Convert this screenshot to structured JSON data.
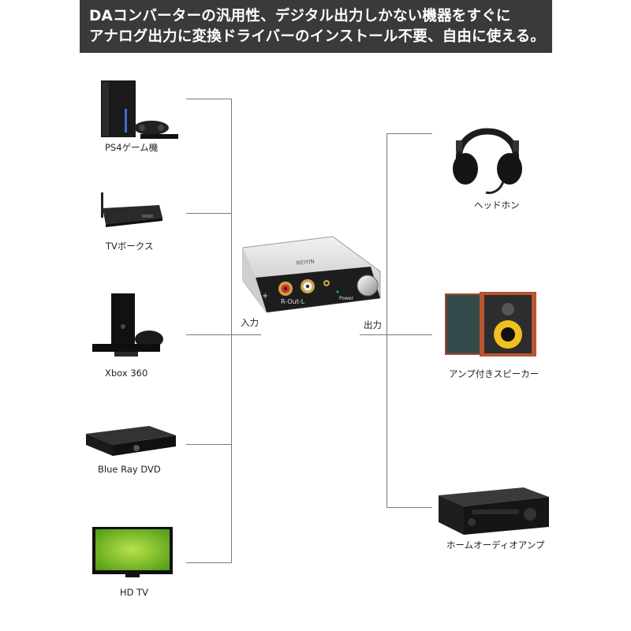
{
  "banner": {
    "line1": "DAコンバーターの汎用性、デジタル出力しかない機器をすぐに",
    "line2": "アナログ出力に変換ドライバーのインストール不要、自由に使える。"
  },
  "inputs": [
    {
      "label": "PS4ゲーム機"
    },
    {
      "label": "TVボークス"
    },
    {
      "label": "Xbox 360"
    },
    {
      "label": "Blue Ray DVD"
    },
    {
      "label": "HD TV"
    }
  ],
  "outputs": [
    {
      "label": "ヘッドホン"
    },
    {
      "label": "アンプ付きスピーカー"
    },
    {
      "label": "ホームオーディオアンプ"
    }
  ],
  "converter": {
    "brand": "REIYIN",
    "port_label": "R-Out-L",
    "power_label": "Power",
    "plus": "+"
  },
  "input_label": "入力",
  "output_label": "出力",
  "icons": [
    "ps4-icon",
    "tv-box-icon",
    "xbox-icon",
    "bluray-player-icon",
    "tv-icon",
    "headphones-icon",
    "speakers-icon",
    "av-receiver-icon"
  ],
  "colors": {
    "banner_bg": "#3a3a3a",
    "line": "#7a7a7a"
  }
}
